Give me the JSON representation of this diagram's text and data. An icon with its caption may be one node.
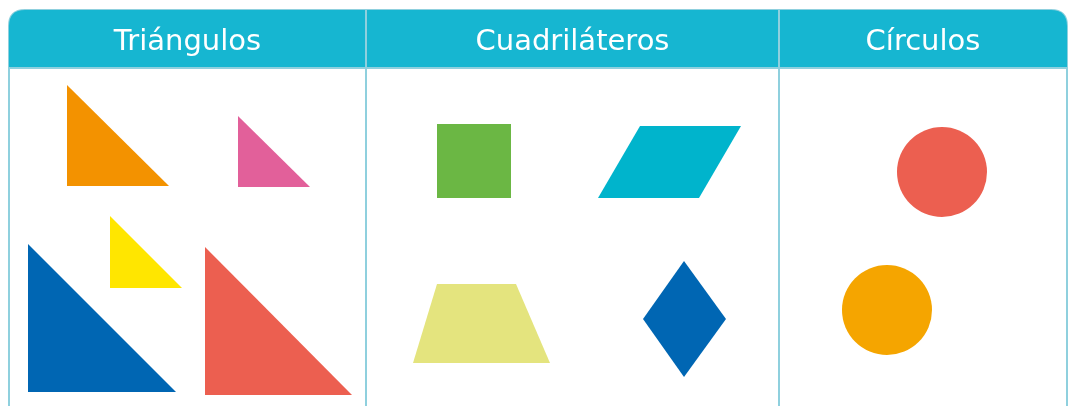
{
  "diagram": {
    "labels": [
      "Triángulos",
      "Cuadriláteros",
      "Círculos"
    ]
  }
}
